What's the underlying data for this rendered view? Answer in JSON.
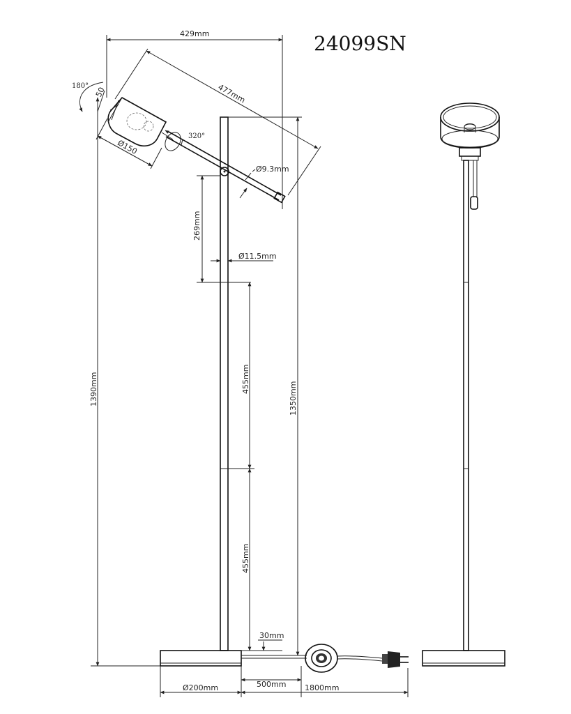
{
  "model_number": "24099SN",
  "dimensions": {
    "overall_width": "429mm",
    "arm_length": "477mm",
    "shade_depth": "50",
    "shade_diameter": "Ø150",
    "arm_diameter": "Ø9.3mm",
    "joint_height": "269mm",
    "pole_diameter": "Ø11.5mm",
    "upper_pole_length": "455mm",
    "lower_pole_length": "455mm",
    "overall_height": "1390mm",
    "pole_height": "1350mm",
    "base_thickness": "30mm",
    "base_diameter": "Ø200mm",
    "switch_distance": "500mm",
    "cable_length": "1800mm"
  },
  "angles": {
    "shade_tilt": "180°",
    "shade_rotation": "320°"
  }
}
